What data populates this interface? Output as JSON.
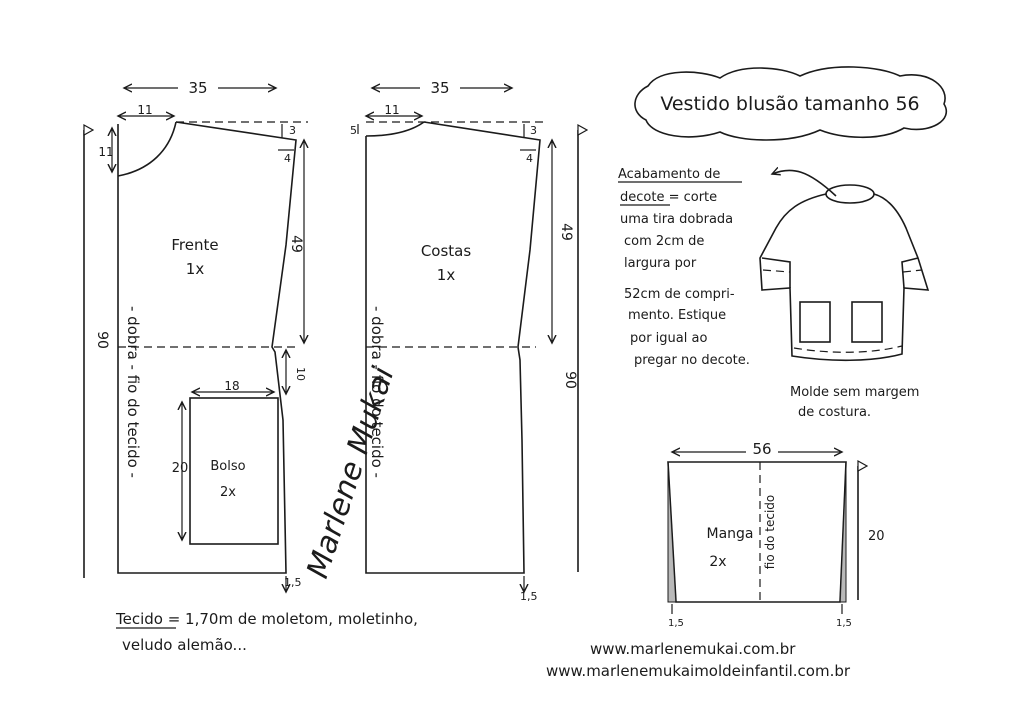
{
  "title": "Vestido blusão tamanho 56",
  "front": {
    "name": "Frente",
    "qty": "1x",
    "width_top": "35",
    "neck_width": "11",
    "neck_depth": "11",
    "shoulder_drop": "3",
    "shoulder_in": "4",
    "armhole": "49",
    "length": "90",
    "side_in": "10",
    "hem_in": "1,5",
    "fold_label": "- dobra - fio do tecido -"
  },
  "back": {
    "name": "Costas",
    "qty": "1x",
    "width_top": "35",
    "neck_width": "11",
    "neck_depth": "5",
    "shoulder_drop": "3",
    "shoulder_in": "4",
    "armhole": "49",
    "length": "90",
    "hem_in": "1,5",
    "fold_label": "- dobra - fio do tecido -"
  },
  "pocket": {
    "name": "Bolso",
    "qty": "2x",
    "width": "18",
    "height": "20"
  },
  "sleeve": {
    "name": "Manga",
    "qty": "2x",
    "width": "56",
    "height": "20",
    "grain_label": "fio do tecido",
    "bottom_left": "1,5",
    "bottom_right": "1,5"
  },
  "finishing_note": {
    "heading": "Acabamento de decote",
    "lines": [
      "Acabamento de",
      "decote = corte",
      "uma tira dobrada",
      "com 2cm de",
      "largura por",
      "52cm de compri-",
      "mento. Estique",
      "por igual ao",
      "pregar no decote."
    ]
  },
  "seam_note": [
    "Molde sem margem",
    "de costura."
  ],
  "fabric_note": [
    "Tecido = 1,70m de moletom, moletinho,",
    "veludo alemão..."
  ],
  "signature": "Marlene Mukai",
  "websites": [
    "www.marlenemukai.com.br",
    "www.marlenemukaimoldeinfantil.com.br"
  ]
}
